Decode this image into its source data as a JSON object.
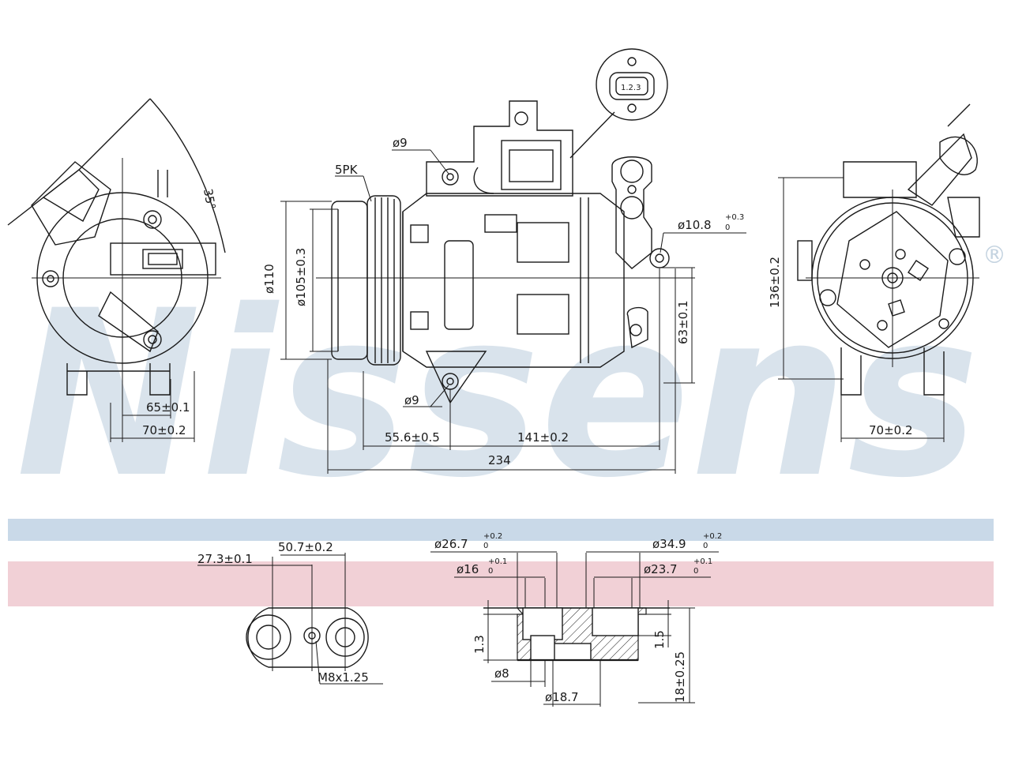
{
  "brand": {
    "watermark": "Nissens",
    "registered_mark": "®",
    "band_blue": "#c9d9e8",
    "band_pink": "#f1d0d6"
  },
  "connector_view": {
    "plug_label": "1.2.3"
  },
  "front_view": {
    "angle_label": "35°",
    "dim_65": "65±0.1",
    "dim_70": "70±0.2"
  },
  "side_view": {
    "pulley_label": "5PK",
    "hole_top": "ø9",
    "hole_bottom": "ø9",
    "dia_110": "ø110",
    "dia_105": "ø105±0.3",
    "mount_hole": "ø10.8",
    "mount_hole_tol_up": "+0.3",
    "mount_hole_tol_dn": "0",
    "dim_63": "63±0.1",
    "dim_55": "55.6±0.5",
    "dim_141": "141±0.2",
    "dim_234": "234"
  },
  "rear_view": {
    "dim_136": "136±0.2",
    "dim_70": "70±0.2"
  },
  "port_detail": {
    "dim_27": "27.3±0.1",
    "dim_50": "50.7±0.2",
    "thread": "M8x1.25"
  },
  "section_detail": {
    "d26": "ø26.7",
    "d26_tol_up": "+0.2",
    "d26_tol_dn": "0",
    "d16": "ø16",
    "d16_tol_up": "+0.1",
    "d16_tol_dn": "0",
    "d34": "ø34.9",
    "d34_tol_up": "+0.2",
    "d34_tol_dn": "0",
    "d23": "ø23.7",
    "d23_tol_up": "+0.1",
    "d23_tol_dn": "0",
    "h13": "1.3",
    "h15": "1.5",
    "d8": "ø8",
    "d18": "ø18.7",
    "h18": "18±0.25"
  }
}
